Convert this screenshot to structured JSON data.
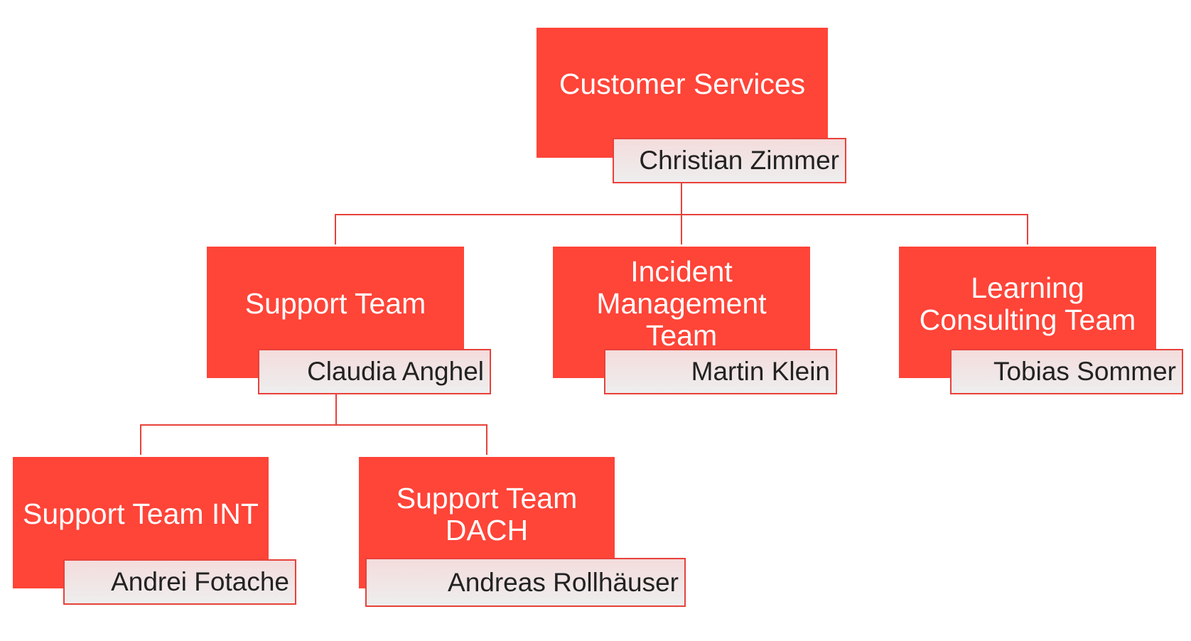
{
  "org_chart": {
    "colors": {
      "node_fill": "#ff4438",
      "name_border": "#e8413a",
      "connector": "#e8413a"
    },
    "root": {
      "title": "Customer Services",
      "person": "Christian Zimmer"
    },
    "level1": [
      {
        "title": "Support Team",
        "person": "Claudia Anghel"
      },
      {
        "title": "Incident Management Team",
        "person": "Martin Klein"
      },
      {
        "title": "Learning Consulting Team",
        "person": "Tobias Sommer"
      }
    ],
    "level2": [
      {
        "title": "Support Team INT",
        "person": "Andrei Fotache"
      },
      {
        "title": "Support Team DACH",
        "person": "Andreas Rollhäuser"
      }
    ]
  }
}
